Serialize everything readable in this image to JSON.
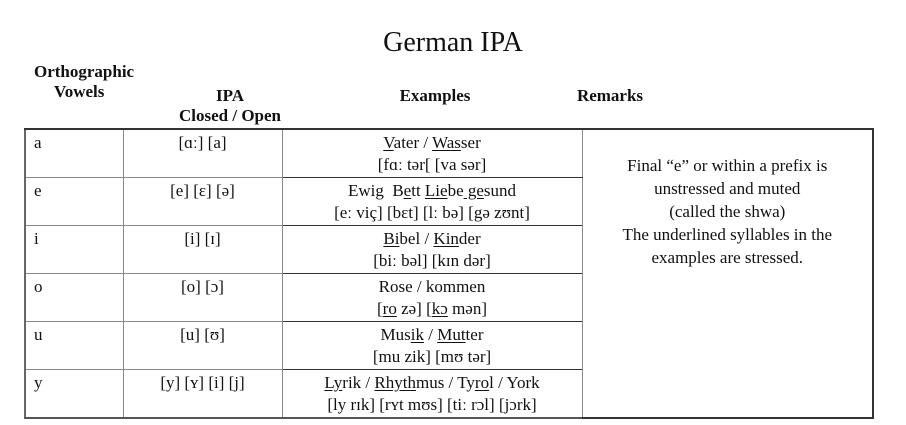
{
  "title": "German IPA",
  "headers": {
    "orthographic_line1": "Orthographic",
    "orthographic_line2": "Vowels",
    "ipa_line1": "IPA",
    "ipa_line2": "Closed / Open",
    "examples": "Examples",
    "remarks": "Remarks"
  },
  "rows": [
    {
      "vowel": "a",
      "ipa": "[ɑː]   [a]",
      "examples_segments": [
        {
          "t": "V",
          "u": true
        },
        {
          "t": "ater / ",
          "u": false
        },
        {
          "t": "Was",
          "u": true
        },
        {
          "t": "ser",
          "u": false
        }
      ],
      "examples_plain": "Vater / Wasser",
      "transcription": "[fɑː tər[ [va sər]"
    },
    {
      "vowel": "e",
      "ipa": "[e] [ɛ] [ə]",
      "examples_segments": [
        {
          "t": "Ewig  B",
          "u": false
        },
        {
          "t": "e",
          "u": true
        },
        {
          "t": "tt ",
          "u": false
        },
        {
          "t": "Lie",
          "u": true
        },
        {
          "t": "be",
          "u": false
        },
        {
          "t": " ge",
          "u": true
        },
        {
          "t": "sund",
          "u": false
        }
      ],
      "examples_plain": "Ewig  Bett Liebe gesund",
      "transcription": "[eː viç] [bɛt] [lː bə] [gə zʊnt]"
    },
    {
      "vowel": "i",
      "ipa": "[i] [ɪ]",
      "examples_segments": [
        {
          "t": "Bi",
          "u": true
        },
        {
          "t": "bel / ",
          "u": false
        },
        {
          "t": "Kin",
          "u": true
        },
        {
          "t": "der",
          "u": false
        }
      ],
      "examples_plain": "Bibel / Kinder",
      "transcription": "[biː bəl] [kɪn dər]"
    },
    {
      "vowel": "o",
      "ipa": "[o] [ɔ]",
      "examples_segments": [
        {
          "t": "Rose / kommen",
          "u": false
        }
      ],
      "examples_plain": "Rose / kommen",
      "transcription_segments": [
        {
          "t": "[",
          "u": false
        },
        {
          "t": "ro",
          "u": true
        },
        {
          "t": " zə] [",
          "u": false
        },
        {
          "t": "kɔ",
          "u": true
        },
        {
          "t": " mən]",
          "u": false
        }
      ],
      "transcription": "[ro zə] [kɔ mən]"
    },
    {
      "vowel": "u",
      "ipa": "[u] [ʊ]",
      "examples_segments": [
        {
          "t": "Mus",
          "u": false
        },
        {
          "t": "ik",
          "u": true
        },
        {
          "t": " / ",
          "u": false
        },
        {
          "t": "Mut",
          "u": true
        },
        {
          "t": "ter",
          "u": false
        }
      ],
      "examples_plain": "Musik / Mutter",
      "transcription": "[mu zik] [mʊ tər]"
    },
    {
      "vowel": "y",
      "ipa": "[y] [ʏ] [i] [j]",
      "examples_segments": [
        {
          "t": "Ly",
          "u": true
        },
        {
          "t": "rik / ",
          "u": false
        },
        {
          "t": "Rhyth",
          "u": true
        },
        {
          "t": "mus / Ty",
          "u": false
        },
        {
          "t": "ro",
          "u": true
        },
        {
          "t": "l / York",
          "u": false
        }
      ],
      "examples_plain": "Lyrik / Rhythmus / Tyrol / York",
      "transcription": "[ly rɪk] [rʏt mʊs] [tiː rɔl] [jɔrk]"
    }
  ],
  "remarks": {
    "lines": [
      "Final “e” or within a prefix is",
      "unstressed and muted",
      "(called the shwa)",
      "The underlined syllables in the",
      "examples are stressed."
    ]
  }
}
